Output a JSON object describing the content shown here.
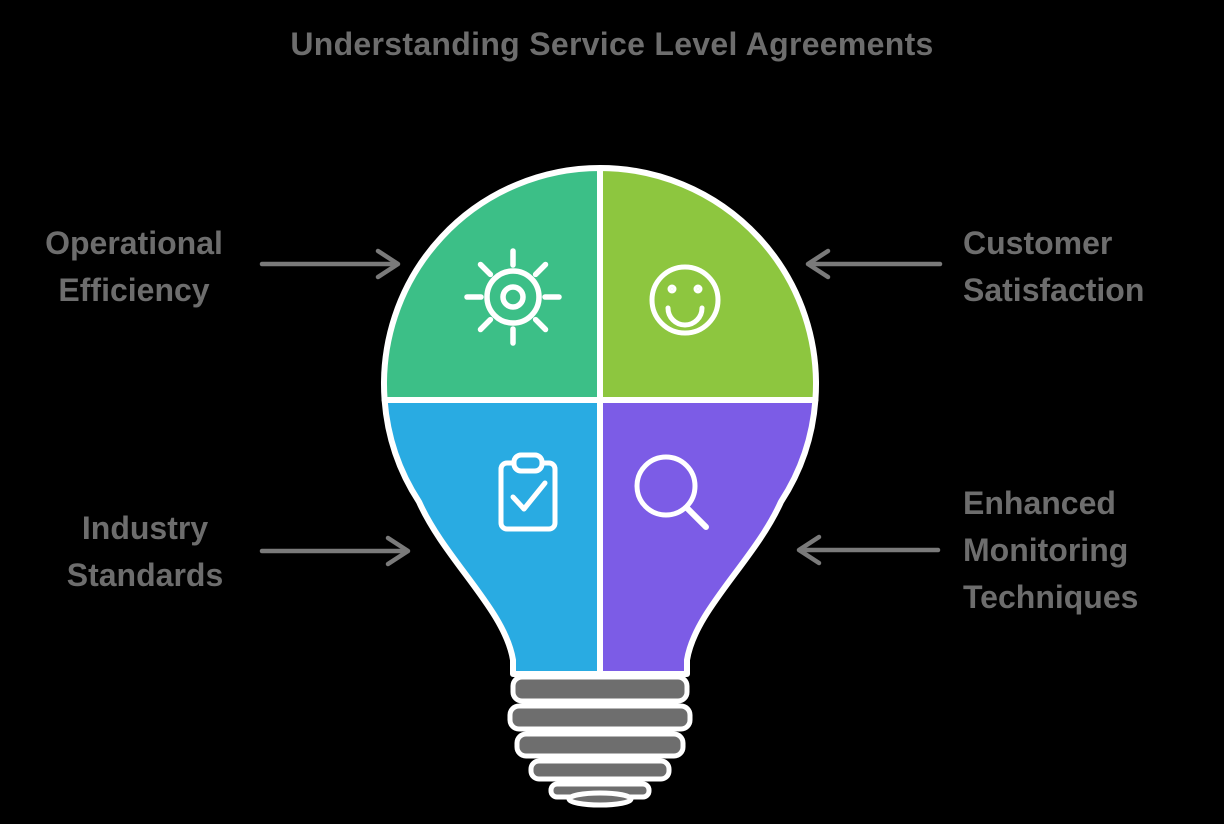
{
  "title": "Understanding Service Level Agreements",
  "callouts": {
    "top_left": "Operational\nEfficiency",
    "top_right": "Customer\nSatisfaction",
    "bottom_left": "Industry\nStandards",
    "bottom_right": "Enhanced\nMonitoring\nTechniques"
  },
  "quadrants": {
    "top_left": {
      "icon": "gear-icon",
      "color": "#3CBF87"
    },
    "top_right": {
      "icon": "smiley-face-icon",
      "color": "#8DC63F"
    },
    "bottom_left": {
      "icon": "clipboard-check-icon",
      "color": "#29ABE2"
    },
    "bottom_right": {
      "icon": "magnifier-icon",
      "color": "#7C5CE6"
    }
  },
  "bulb": {
    "outline_color": "#FFFFFF",
    "base_color": "#6E6E6E"
  },
  "colors": {
    "background": "#000000",
    "text": "#6D6D6D",
    "arrow": "#7A7A7A"
  }
}
